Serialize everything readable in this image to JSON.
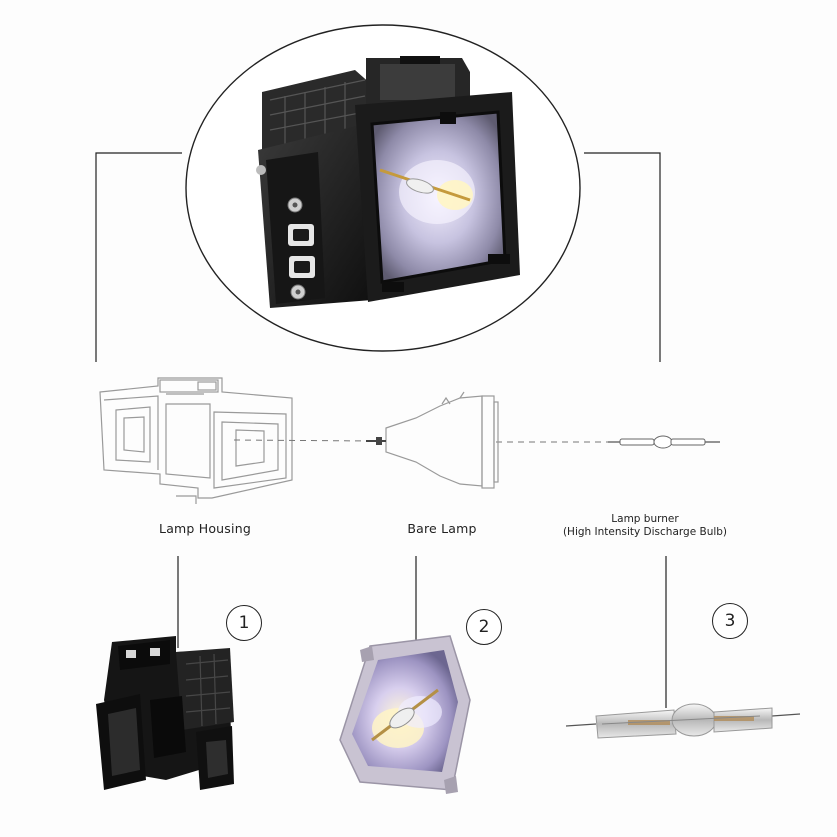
{
  "labels": {
    "housing": "Lamp Housing",
    "bare": "Bare Lamp",
    "burner_line1": "Lamp burner",
    "burner_line2": "(High Intensity Discharge Bulb)"
  },
  "callouts": {
    "one": "1",
    "two": "2",
    "three": "3"
  },
  "colors": {
    "line": "#222222",
    "sketch": "#9a9a9a",
    "housing_plastic": "#1e1e1e",
    "reflector": "#c9c6dc"
  }
}
